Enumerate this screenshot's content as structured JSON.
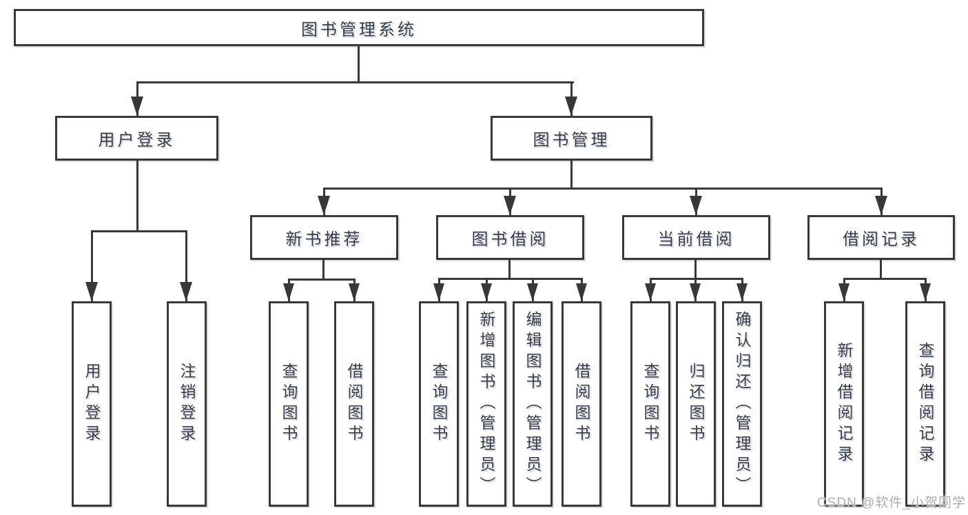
{
  "diagram": {
    "type": "tree",
    "colors": {
      "line": "#383838",
      "text": "#3c3c3c",
      "watermark": "#ababab",
      "background": "#ffffff"
    },
    "nodes": {
      "root": {
        "label": "图书管理系统"
      },
      "user_login_group": {
        "label": "用户登录"
      },
      "book_mgmt_group": {
        "label": "图书管理"
      },
      "new_book_rec": {
        "label": "新书推荐"
      },
      "book_borrow": {
        "label": "图书借阅"
      },
      "current_borrow": {
        "label": "当前借阅"
      },
      "borrow_records": {
        "label": "借阅记录"
      },
      "user_login": {
        "label": "用户登录"
      },
      "logout": {
        "label": "注销登录"
      },
      "nbr_query_books": {
        "label": "查询图书"
      },
      "nbr_borrow_books": {
        "label": "借阅图书"
      },
      "bb_query_books": {
        "label": "查询图书"
      },
      "bb_add_books": {
        "label": "新增图书（管理员）"
      },
      "bb_edit_books": {
        "label": "编辑图书（管理员）"
      },
      "bb_borrow_books": {
        "label": "借阅图书"
      },
      "cb_query_books": {
        "label": "查询图书"
      },
      "cb_return_books": {
        "label": "归还图书"
      },
      "cb_confirm_return": {
        "label": "确认归还（管理员）"
      },
      "br_add_record": {
        "label": "新增借阅记录"
      },
      "br_query_record": {
        "label": "查询借阅记录"
      }
    },
    "watermark": {
      "text": "CSDN @软件_小贺同学"
    }
  }
}
